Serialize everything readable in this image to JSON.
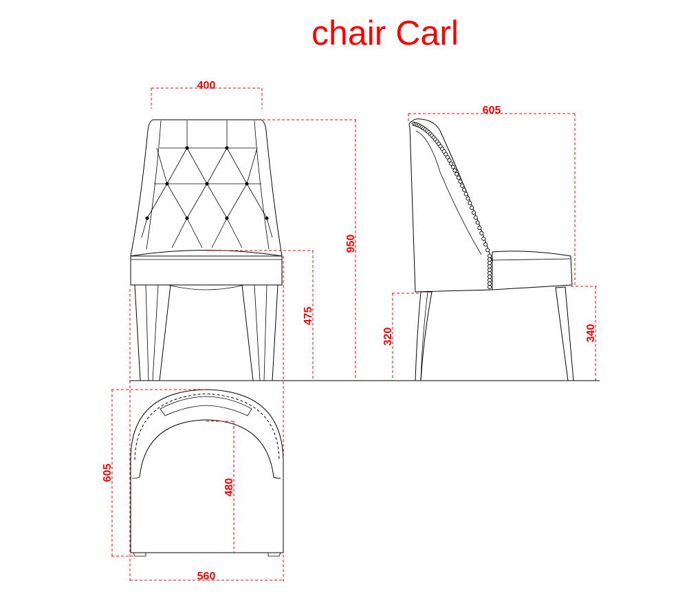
{
  "title": "chair Carl",
  "dimensions": {
    "back_width": "400",
    "total_height": "950",
    "seat_height_front": "475",
    "side_depth": "605",
    "side_rear_height": "320",
    "side_front_height": "340",
    "top_depth": "605",
    "top_inner_depth": "480",
    "top_width": "560"
  },
  "colors": {
    "annotation": "#ff0000",
    "line": "#000000",
    "background": "#ffffff"
  }
}
